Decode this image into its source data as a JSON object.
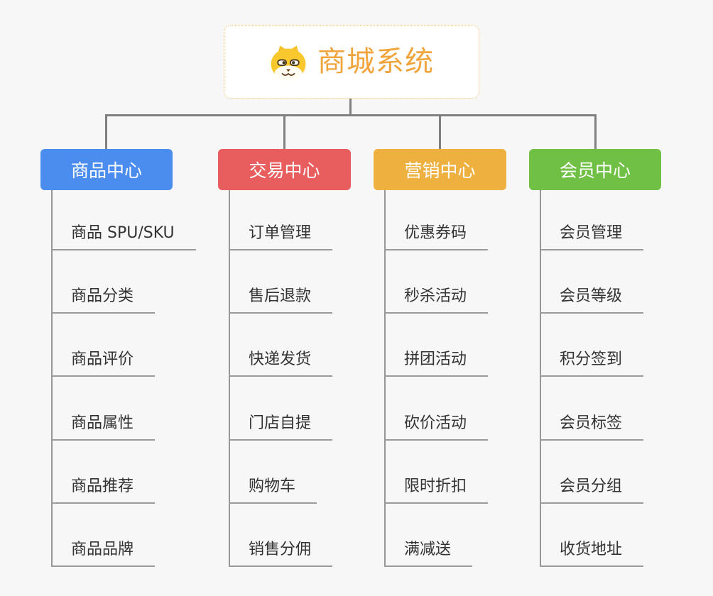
{
  "root": {
    "title": "商城系统",
    "icon": "dog-face-icon",
    "title_color": "#f0a43c",
    "border_color": "#f2c478"
  },
  "connector_color": "#808080",
  "branches": [
    {
      "label": "商品中心",
      "color": "#4b8dee",
      "items": [
        "商品 SPU/SKU",
        "商品分类",
        "商品评价",
        "商品属性",
        "商品推荐",
        "商品品牌"
      ]
    },
    {
      "label": "交易中心",
      "color": "#e85d5d",
      "items": [
        "订单管理",
        "售后退款",
        "快递发货",
        "门店自提",
        "购物车",
        "销售分佣"
      ]
    },
    {
      "label": "营销中心",
      "color": "#eeb03e",
      "items": [
        "优惠券码",
        "秒杀活动",
        "拼团活动",
        "砍价活动",
        "限时折扣",
        "满减送"
      ]
    },
    {
      "label": "会员中心",
      "color": "#6fc044",
      "items": [
        "会员管理",
        "会员等级",
        "积分签到",
        "会员标签",
        "会员分组",
        "收货地址"
      ]
    }
  ]
}
